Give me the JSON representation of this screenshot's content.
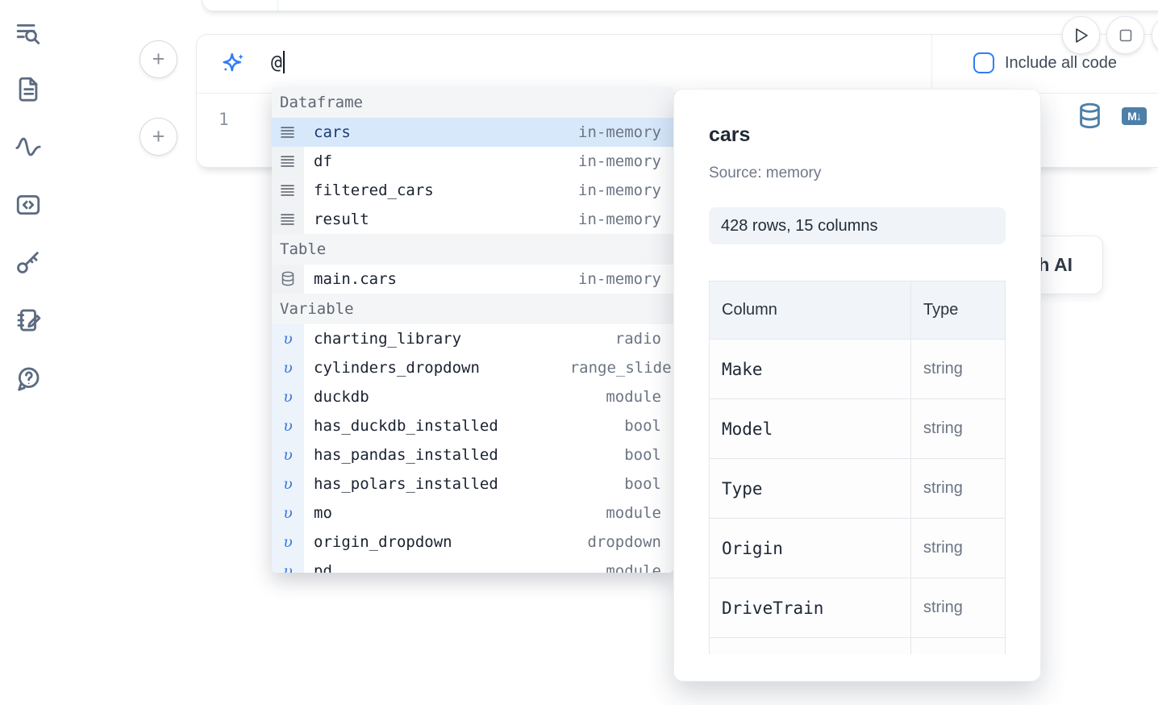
{
  "colors": {
    "accent_blue": "#2f7df6",
    "steel_blue": "#4d7fa9",
    "selected_row_bg": "#d8e8fb",
    "selected_row_text": "#1e3a6e",
    "section_header_bg": "#f4f5f7"
  },
  "icons": {
    "plus": "+",
    "markdown_badge": "M↓",
    "variable_glyph": "υ",
    "sidebar": [
      "toc-search",
      "file-text",
      "activity",
      "code-cell",
      "key",
      "scratchpad",
      "help-chat"
    ]
  },
  "cell": {
    "ai_input": {
      "value": "@"
    },
    "include_all_code": {
      "label": "Include all code",
      "checked": false
    },
    "line_number": "1"
  },
  "autocomplete": {
    "sections": [
      {
        "label": "Dataframe",
        "items": [
          {
            "name": "cars",
            "type": "in-memory",
            "selected": true
          },
          {
            "name": "df",
            "type": "in-memory"
          },
          {
            "name": "filtered_cars",
            "type": "in-memory"
          },
          {
            "name": "result",
            "type": "in-memory"
          }
        ]
      },
      {
        "label": "Table",
        "items": [
          {
            "name": "main.cars",
            "type": "in-memory"
          }
        ]
      },
      {
        "label": "Variable",
        "items": [
          {
            "name": "charting_library",
            "type": "radio"
          },
          {
            "name": "cylinders_dropdown",
            "type": "range_slider"
          },
          {
            "name": "duckdb",
            "type": "module"
          },
          {
            "name": "has_duckdb_installed",
            "type": "bool"
          },
          {
            "name": "has_pandas_installed",
            "type": "bool"
          },
          {
            "name": "has_polars_installed",
            "type": "bool"
          },
          {
            "name": "mo",
            "type": "module"
          },
          {
            "name": "origin_dropdown",
            "type": "dropdown"
          },
          {
            "name": "pd",
            "type": "module"
          }
        ]
      }
    ]
  },
  "preview": {
    "title": "cars",
    "source": "Source: memory",
    "shape": "428 rows, 15 columns",
    "table": {
      "headers": [
        "Column",
        "Type"
      ],
      "rows": [
        {
          "column": "Make",
          "type": "string"
        },
        {
          "column": "Model",
          "type": "string"
        },
        {
          "column": "Type",
          "type": "string"
        },
        {
          "column": "Origin",
          "type": "string"
        },
        {
          "column": "DriveTrain",
          "type": "string"
        }
      ]
    }
  },
  "ai_generate_button": {
    "label": "Generate with AI"
  }
}
